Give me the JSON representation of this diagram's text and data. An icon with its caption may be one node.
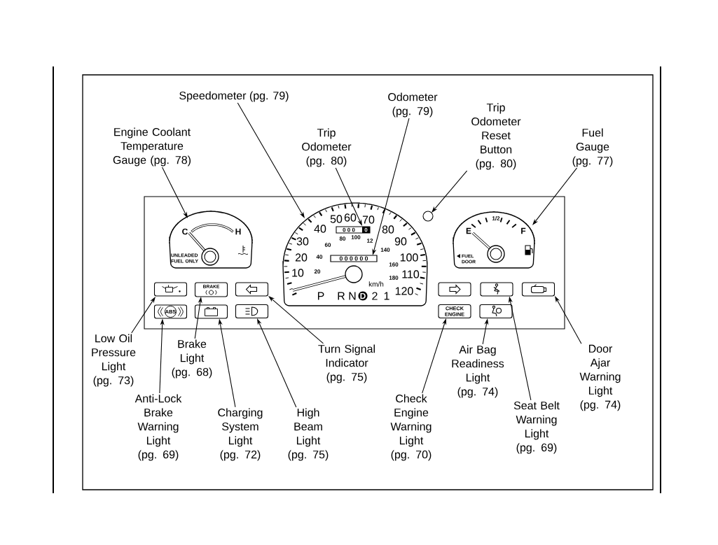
{
  "diagram": {
    "nodes": [
      {
        "text": [
          "Speedometer (pg. 79)"
        ]
      },
      {
        "text": [
          "Engine Coolant Temperature Gauge (pg. 78)"
        ]
      },
      {
        "text": [
          "Trip Odometer (pg. 80)"
        ]
      },
      {
        "text": [
          "Odometer (pg. 79)"
        ]
      },
      {
        "text": [
          "Trip Odometer Reset Button (pg. 80)"
        ]
      },
      {
        "text": [
          "Fuel Gauge (pg. 77)"
        ]
      },
      {
        "text": [
          "C",
          "H",
          "UNLEADED FUEL ONLY"
        ]
      },
      {
        "text": [
          "10",
          "20",
          "30",
          "40",
          "50",
          "60",
          "70",
          "80",
          "90",
          "100",
          "110",
          "120",
          "20",
          "40",
          "60",
          "80",
          "100",
          "12",
          "140",
          "160",
          "180",
          "km/h",
          "P",
          "R",
          "N",
          "D",
          "2",
          "1"
        ]
      },
      {
        "text": [
          "0 0 0",
          "0"
        ],
        "in": 7
      },
      {
        "text": [
          "0 0 0 0 0 0"
        ],
        "in": 7
      },
      {
        "text": [],
        "shape": "circle"
      },
      {
        "text": [
          "E",
          "1/2",
          "F",
          "FUEL DOOR"
        ]
      },
      {
        "text": [],
        "shape": "box"
      },
      {
        "text": [
          "BRAKE"
        ]
      },
      {
        "text": [],
        "shape": "box"
      },
      {
        "text": [
          "ABS"
        ]
      },
      {
        "text": [],
        "shape": "box"
      },
      {
        "text": [],
        "shape": "box"
      },
      {
        "text": [],
        "shape": "box"
      },
      {
        "text": [],
        "shape": "box"
      },
      {
        "text": [],
        "shape": "box"
      },
      {
        "text": [
          "CHECK ENGINE"
        ]
      },
      {
        "text": [],
        "shape": "box"
      },
      {
        "text": [
          "Low Oil Pressure Light (pg. 73)"
        ]
      },
      {
        "text": [
          "Brake Light (pg. 68)"
        ]
      },
      {
        "text": [
          "Turn Signal Indicator (pg. 75)"
        ]
      },
      {
        "text": [
          "Anti-Lock Brake Warning Light (pg. 69)"
        ]
      },
      {
        "text": [
          "Charging System Light (pg. 72)"
        ]
      },
      {
        "text": [
          "High Beam Light (pg. 75)"
        ]
      },
      {
        "text": [
          "Check Engine Warning Light (pg. 70)"
        ]
      },
      {
        "text": [
          "Air Bag Readiness Light (pg. 74)"
        ]
      },
      {
        "text": [
          "Seat Belt Warning Light (pg. 69)"
        ]
      },
      {
        "text": [
          "Door Ajar Warning Light (pg. 74)"
        ]
      }
    ],
    "edges": [
      {
        "from": 0,
        "to": 7,
        "arrow": "to"
      },
      {
        "from": 1,
        "to": 6,
        "arrow": "to"
      },
      {
        "from": 2,
        "to": 8,
        "arrow": "to"
      },
      {
        "from": 3,
        "to": 9,
        "arrow": "to"
      },
      {
        "from": 4,
        "to": 10,
        "arrow": "to"
      },
      {
        "from": 5,
        "to": 11,
        "arrow": "to"
      },
      {
        "from": 23,
        "to": 12,
        "arrow": "to"
      },
      {
        "from": 24,
        "to": 13,
        "arrow": "to"
      },
      {
        "from": 25,
        "to": 14,
        "arrow": "to"
      },
      {
        "from": 26,
        "to": 15,
        "arrow": "to"
      },
      {
        "from": 27,
        "to": 16,
        "arrow": "to"
      },
      {
        "from": 28,
        "to": 17,
        "arrow": "to"
      },
      {
        "from": 29,
        "to": 21,
        "arrow": "to"
      },
      {
        "from": 30,
        "to": 22,
        "arrow": "to"
      },
      {
        "from": 31,
        "to": 19,
        "arrow": "to"
      },
      {
        "from": 32,
        "to": 20,
        "arrow": "to"
      }
    ]
  }
}
